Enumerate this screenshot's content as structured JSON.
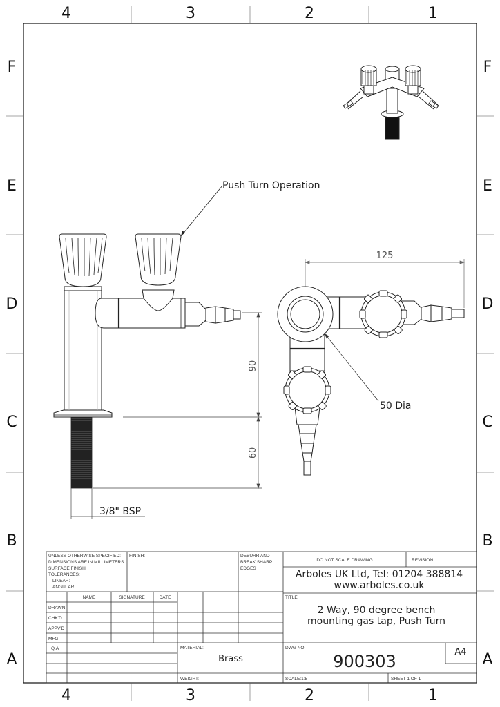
{
  "border": {
    "columns": [
      "4",
      "3",
      "2",
      "1"
    ],
    "rows": [
      "F",
      "E",
      "D",
      "C",
      "B",
      "A"
    ]
  },
  "annotations": {
    "push_turn": "Push Turn Operation",
    "dia": "50 Dia",
    "bsp": "3/8\" BSP",
    "dim_125": "125",
    "dim_90": "90",
    "dim_60": "60"
  },
  "title_block": {
    "tolerance_lines": [
      "UNLESS OTHERWISE SPECIFIED:",
      "DIMENSIONS ARE IN MILLIMETERS",
      "SURFACE FINISH:",
      "TOLERANCES:",
      "LINEAR:",
      "ANGULAR:"
    ],
    "finish": "FINISH:",
    "deburr_lines": [
      "DEBURR AND",
      "BREAK SHARP",
      "EDGES"
    ],
    "do_not_scale": "DO NOT SCALE DRAWING",
    "revision": "REVISION",
    "company_line1": "Arboles UK Ltd, Tel: 01204 388814",
    "company_line2": "www.arboles.co.uk",
    "headers": [
      "NAME",
      "SIGNATURE",
      "DATE"
    ],
    "row_labels": [
      "DRAWN",
      "CHK'D",
      "APPV'D",
      "MFG",
      "Q.A"
    ],
    "title_label": "TITLE:",
    "title_line1": "2 Way, 90 degree bench",
    "title_line2": "mounting gas tap, Push Turn",
    "material_label": "MATERIAL:",
    "material": "Brass",
    "dwg_label": "DWG NO.",
    "dwg_no": "900303",
    "size": "A4",
    "weight_label": "WEIGHT:",
    "scale": "SCALE:1:5",
    "sheet": "SHEET 1 OF 1"
  }
}
